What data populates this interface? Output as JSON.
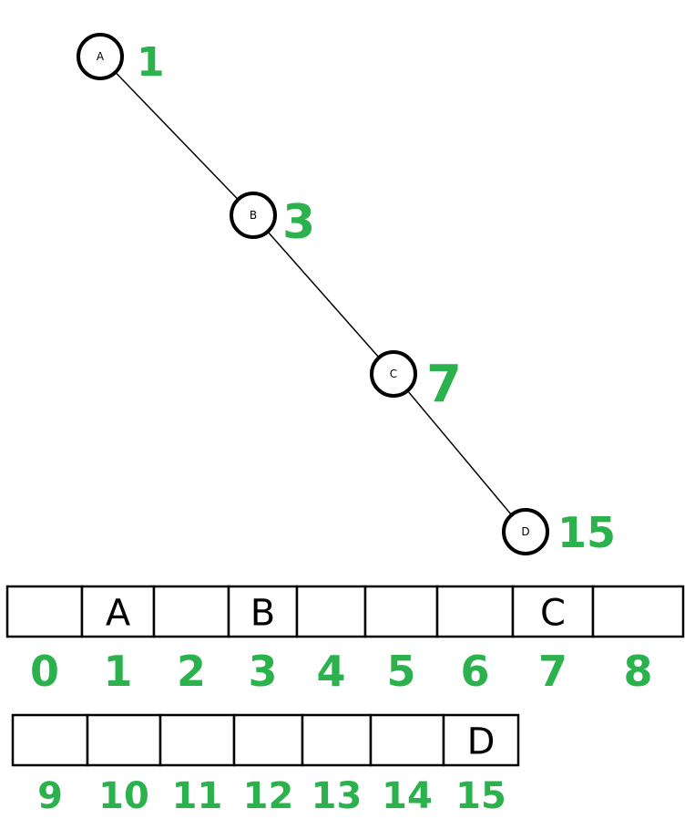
{
  "colors": {
    "index_green": "#2bb24c",
    "stroke": "#000000",
    "background": "#ffffff"
  },
  "tree": {
    "nodes": [
      {
        "id": "A",
        "label": "A",
        "index_label": "1"
      },
      {
        "id": "B",
        "label": "B",
        "index_label": "3"
      },
      {
        "id": "C",
        "label": "C",
        "index_label": "7"
      },
      {
        "id": "D",
        "label": "D",
        "index_label": "15"
      }
    ],
    "edges": [
      [
        "A",
        "B"
      ],
      [
        "B",
        "C"
      ],
      [
        "C",
        "D"
      ]
    ]
  },
  "array": {
    "row1": {
      "values": [
        "",
        "A",
        "",
        "B",
        "",
        "",
        "",
        "C",
        ""
      ],
      "indices": [
        "0",
        "1",
        "2",
        "3",
        "4",
        "5",
        "6",
        "7",
        "8"
      ]
    },
    "row2": {
      "values": [
        "",
        "",
        "",
        "",
        "",
        "",
        "D"
      ],
      "indices": [
        "9",
        "10",
        "11",
        "12",
        "13",
        "14",
        "15"
      ]
    }
  }
}
